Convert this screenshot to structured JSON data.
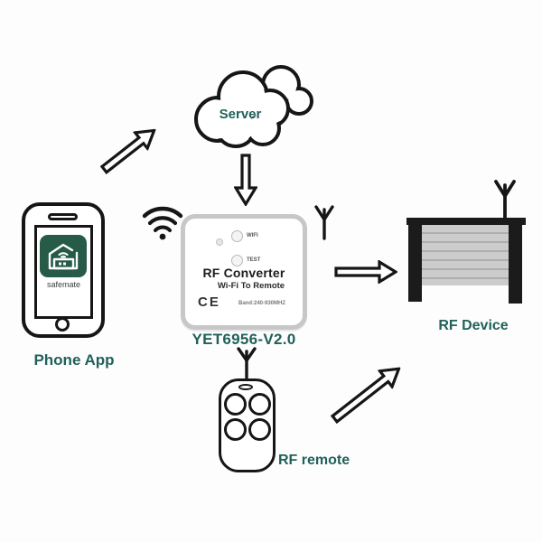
{
  "labels": {
    "server": "Server",
    "phone": "Phone App",
    "converter_model": "YET6956-V2.0",
    "rf_device": "RF Device",
    "rf_remote": "RF remote"
  },
  "phone": {
    "app_name": "safemate"
  },
  "converter": {
    "title": "RF Converter",
    "subtitle": "Wi-Fi To Remote",
    "ce_mark": "CE",
    "band_text": "Band:240-930MHZ",
    "button_wifi": "WIFI",
    "button_test": "TEST"
  },
  "colors": {
    "bg": "#fdfdfd",
    "label_teal": "#20615a",
    "app_green": "#265b48",
    "converter_border": "#c7c7c7",
    "ink": "#161616"
  }
}
